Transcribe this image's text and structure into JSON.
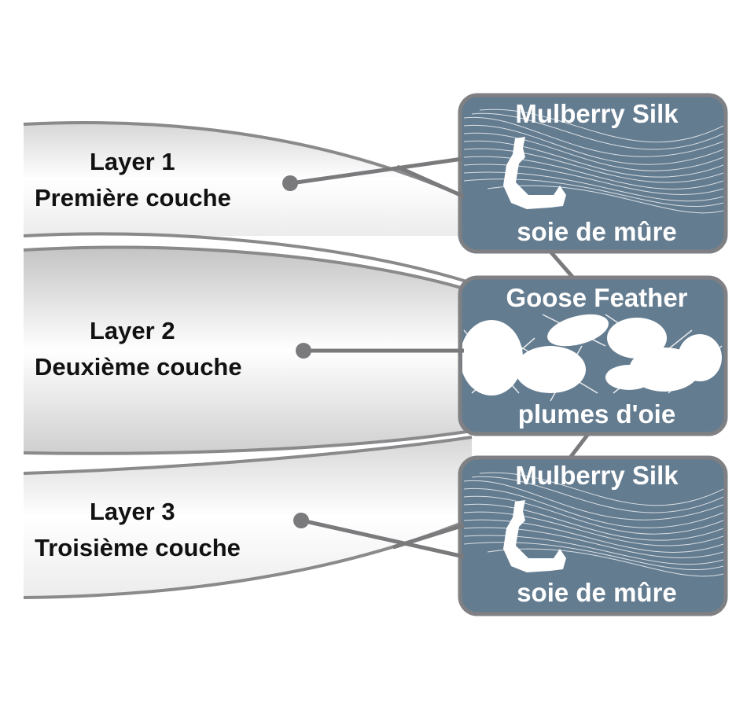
{
  "layers": [
    {
      "en": "Layer 1",
      "fr": "Première couche"
    },
    {
      "en": "Layer 2",
      "fr": "Deuxième couche"
    },
    {
      "en": "Layer 3",
      "fr": "Troisième couche"
    }
  ],
  "cards": [
    {
      "top": "Mulberry Silk",
      "bottom": "soie de mûre",
      "icon": "silkworm-icon"
    },
    {
      "top": "Goose Feather",
      "bottom": "plumes d'oie",
      "icon": "feathers-icon"
    },
    {
      "top": "Mulberry Silk",
      "bottom": "soie de mûre",
      "icon": "silkworm-icon"
    }
  ],
  "colors": {
    "card_fill": "#647c90",
    "card_border": "#7f8083",
    "connector": "#7a7a7d",
    "shading_dark": "#c9c9c9",
    "shading_light": "#ffffff"
  }
}
